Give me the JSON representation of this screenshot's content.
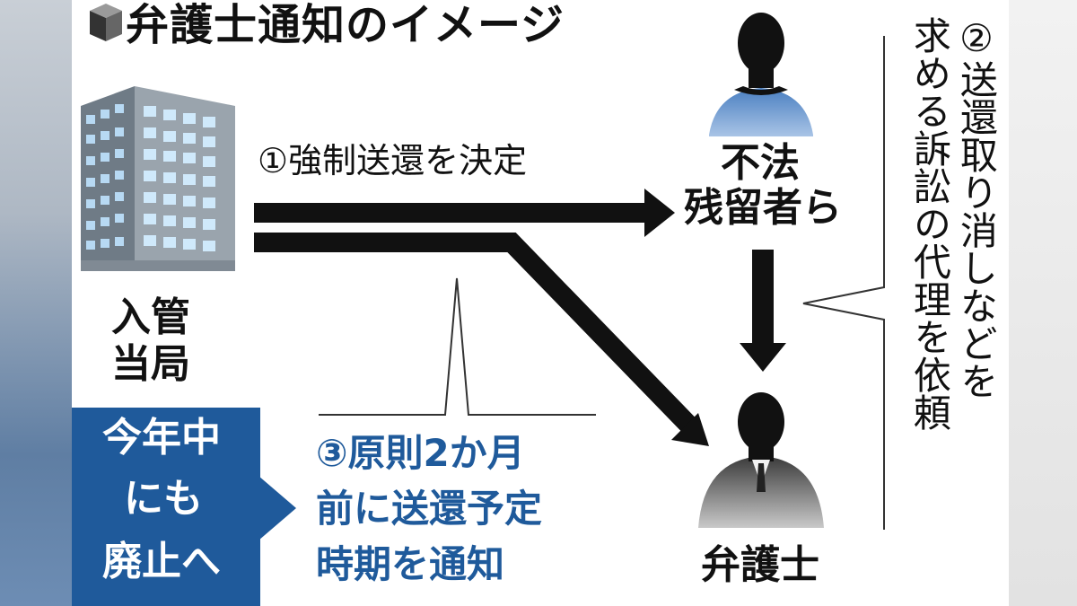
{
  "title": "弁護士通知のイメージ",
  "step1": "①強制送還を決定",
  "immigration_line1": "入管",
  "immigration_line2": "当局",
  "foreigners_line1": "不法",
  "foreigners_line2": "残留者ら",
  "lawyer": "弁護士",
  "step2_line1": "②送還取り消しなどを",
  "step2_line2": "求める訴訟の代理を依頼",
  "badge_line1": "今年中",
  "badge_line2": "にも",
  "badge_line3": "廃止へ",
  "step3_line1": "③原則2か月",
  "step3_line2": "前に送還予定",
  "step3_line3": "時期を通知",
  "colors": {
    "accent_blue": "#1f5a9b",
    "ink": "#111111"
  }
}
